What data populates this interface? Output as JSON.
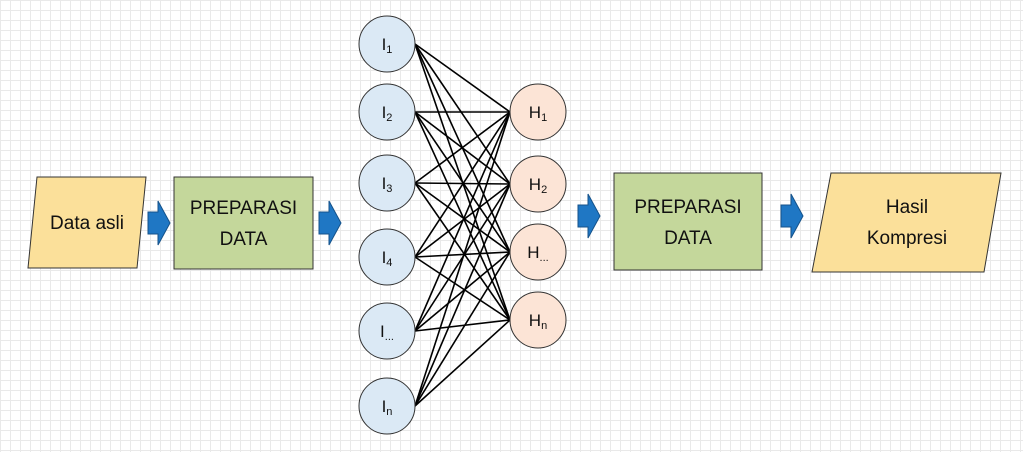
{
  "input_box": {
    "label": "Data asli"
  },
  "prep_box_1": {
    "line1": "PREPARASI",
    "line2": "DATA"
  },
  "prep_box_2": {
    "line1": "PREPARASI",
    "line2": "DATA"
  },
  "output_box": {
    "line1": "Hasil",
    "line2": "Kompresi"
  },
  "input_nodes": [
    {
      "letter": "I",
      "sub": "1"
    },
    {
      "letter": "I",
      "sub": "2"
    },
    {
      "letter": "I",
      "sub": "3"
    },
    {
      "letter": "I",
      "sub": "4"
    },
    {
      "letter": "I",
      "sub": "..."
    },
    {
      "letter": "I",
      "sub": "n"
    }
  ],
  "hidden_nodes": [
    {
      "letter": "H",
      "sub": "1"
    },
    {
      "letter": "H",
      "sub": "2"
    },
    {
      "letter": "H",
      "sub": "..."
    },
    {
      "letter": "H",
      "sub": "n"
    }
  ],
  "colors": {
    "data_fill": "#fbe09a",
    "prep_fill": "#c4d79b",
    "input_node_fill": "#dbe9f5",
    "hidden_node_fill": "#fce4d6",
    "arrow_fill": "#1f77c4",
    "stroke": "#333333"
  }
}
